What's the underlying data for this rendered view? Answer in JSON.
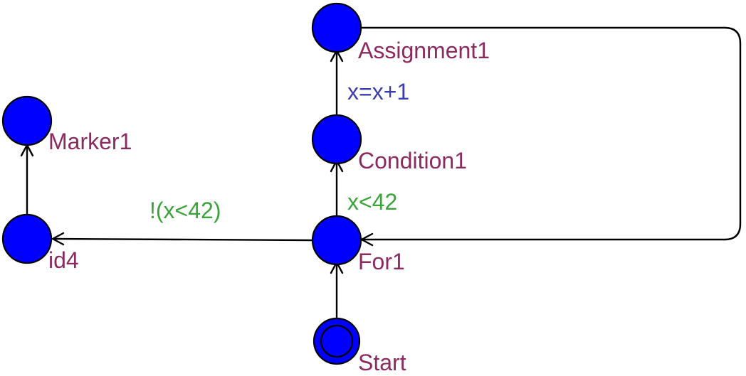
{
  "colors": {
    "node_fill": "#0000ff",
    "location_label": "#8b2a5f",
    "assignment_label": "#3b3bb3",
    "guard_label": "#3aa33a"
  },
  "locations": {
    "assignment1": "Assignment1",
    "condition1": "Condition1",
    "marker1": "Marker1",
    "id4": "id4",
    "for1": "For1",
    "start": "Start"
  },
  "edges": {
    "condition_to_assignment": "x=x+1",
    "for_to_condition": "x<42",
    "for_to_id4": "!(x<42)"
  }
}
